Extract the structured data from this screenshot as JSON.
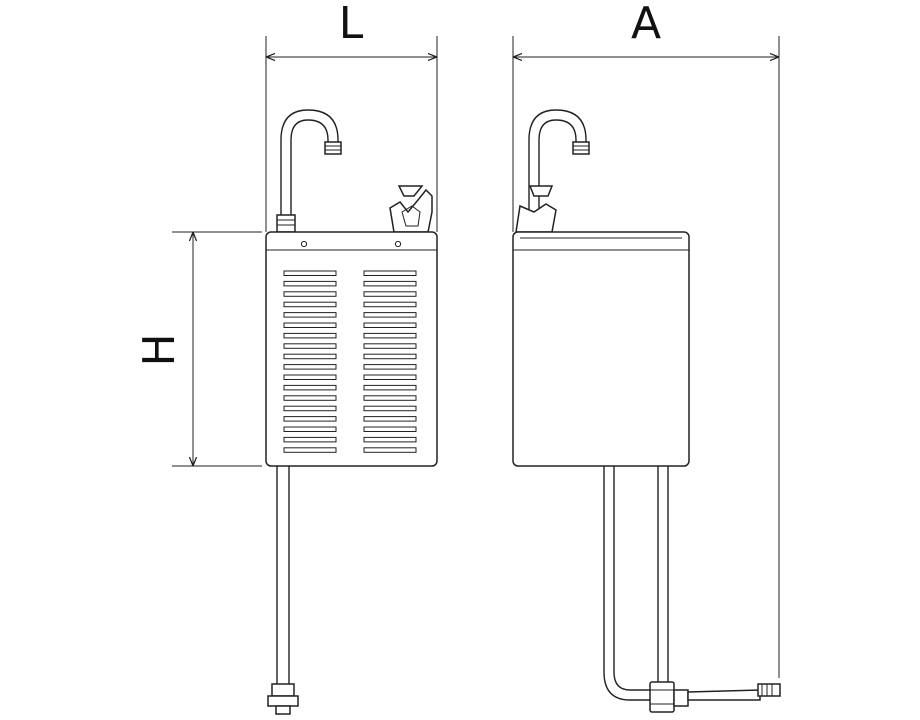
{
  "dimensions": {
    "width_label": "L",
    "height_label": "H",
    "depth_label": "A"
  },
  "front_view": {
    "louver_columns": 2,
    "louver_rows": 18
  }
}
